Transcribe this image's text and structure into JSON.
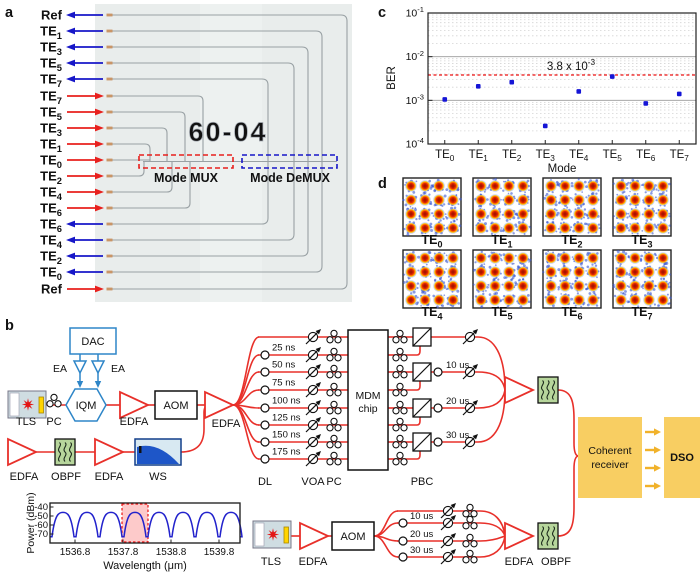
{
  "panel_a": {
    "label": "a",
    "chip_text": "60-04",
    "mux_label": "Mode MUX",
    "demux_label": "Mode DeMUX",
    "input_color": "#e8201d",
    "output_color": "#1717c8",
    "ports": [
      {
        "label": "Ref",
        "dir": "out"
      },
      {
        "label": "TE1",
        "dir": "out"
      },
      {
        "label": "TE3",
        "dir": "out"
      },
      {
        "label": "TE5",
        "dir": "out"
      },
      {
        "label": "TE7",
        "dir": "out"
      },
      {
        "label": "TE7",
        "dir": "in"
      },
      {
        "label": "TE5",
        "dir": "in"
      },
      {
        "label": "TE3",
        "dir": "in"
      },
      {
        "label": "TE1",
        "dir": "in"
      },
      {
        "label": "TE0",
        "dir": "in"
      },
      {
        "label": "TE2",
        "dir": "in"
      },
      {
        "label": "TE4",
        "dir": "in"
      },
      {
        "label": "TE6",
        "dir": "in"
      },
      {
        "label": "TE6",
        "dir": "out"
      },
      {
        "label": "TE4",
        "dir": "out"
      },
      {
        "label": "TE2",
        "dir": "out"
      },
      {
        "label": "TE0",
        "dir": "out"
      },
      {
        "label": "Ref",
        "dir": "in"
      }
    ]
  },
  "panel_c": {
    "label": "c"
  },
  "panel_d": {
    "label": "d",
    "tiles": [
      "TE0",
      "TE1",
      "TE2",
      "TE3",
      "TE4",
      "TE5",
      "TE6",
      "TE7"
    ]
  },
  "panel_b": {
    "label": "b",
    "dac": "DAC",
    "ea_left": "EA",
    "ea_right": "EA",
    "iqm": "IQM",
    "tls1": "TLS",
    "pc1": "PC",
    "edfa1": "EDFA",
    "aom1": "AOM",
    "edfa2": "EDFA",
    "edfa3": "EDFA",
    "obpf1": "OBPF",
    "edfa4": "EDFA",
    "ws": "WS",
    "dl": "DL",
    "voa": "VOA",
    "pc_col": "PC",
    "pbc": "PBC",
    "mdm_line1": "MDM",
    "mdm_line2": "chip",
    "delays_ns": [
      "25 ns",
      "50 ns",
      "75 ns",
      "100 ns",
      "125 ns",
      "150 ns",
      "175 ns"
    ],
    "delays_us": [
      "10 us",
      "20 us",
      "30 us"
    ],
    "lo_delays": [
      "10 us",
      "20 us",
      "30 us"
    ],
    "coherent_line1": "Coherent",
    "coherent_line2": "receiver",
    "dso": "DSO",
    "tls2": "TLS",
    "edfa5": "EDFA",
    "aom2": "AOM",
    "edfa6": "EDFA",
    "obpf2": "OBPF",
    "line_color": "#e8302a",
    "component_blue": "#2e86c8",
    "receiver_fill": "#f8ce62",
    "arrow_yellow": "#f1b22b"
  },
  "chart_data": [
    {
      "type": "scatter",
      "panel": "c",
      "title": "",
      "ylabel": "BER",
      "xlabel": "Mode",
      "yscale": "log",
      "ylim": [
        0.0001,
        0.1
      ],
      "ytick_base": "10",
      "ytick_exponents": [
        "-1",
        "-2",
        "-3",
        "-4"
      ],
      "categories": [
        "TE0",
        "TE1",
        "TE2",
        "TE3",
        "TE4",
        "TE5",
        "TE6",
        "TE7"
      ],
      "values": [
        0.00105,
        0.0021,
        0.0026,
        0.00026,
        0.0016,
        0.0035,
        0.00085,
        0.0014
      ],
      "threshold_value": 0.0038,
      "threshold_label_text": "3.8 x 10",
      "threshold_label_sup": "-3",
      "threshold_color": "#ee1111",
      "point_color": "#1515d6",
      "grid": "log-dotted",
      "legend": "none"
    },
    {
      "type": "line",
      "panel": "b-inset",
      "ylabel": "Power (dBm)",
      "xlabel": "Wavelength (μm)",
      "ytick_labels": [
        "-40",
        "-50",
        "-60",
        "-70"
      ],
      "xtick_labels": [
        "1536.8",
        "1537.8",
        "1538.8",
        "1539.8"
      ],
      "xrange_um": [
        1536.28,
        1540.24
      ],
      "peaks_um": [
        1536.55,
        1537.05,
        1537.55,
        1538.05,
        1538.55,
        1539.05,
        1539.55,
        1540.05
      ],
      "peak_dbm": -46,
      "floor_dbm": -73,
      "highlight_index": 3,
      "highlight_color": "#ee1111",
      "line_color": "#2222cc"
    }
  ]
}
